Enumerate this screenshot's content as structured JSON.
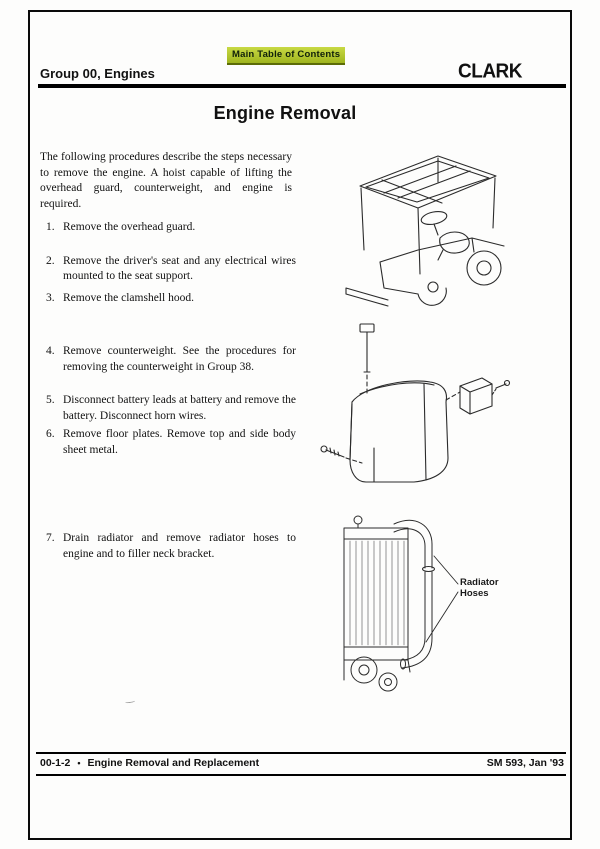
{
  "colors": {
    "highlight_green": "#b6c832",
    "ink": "#111111"
  },
  "toc_link": {
    "label": "Main Table of Contents"
  },
  "header": {
    "group_title": "Group 00, Engines",
    "brand": "CLARK"
  },
  "title": "Engine Removal",
  "intro": "The following procedures describe the steps necessary to remove the engine.  A hoist capable of lifting the overhead guard, counterweight, and engine is required.",
  "steps": [
    {
      "num": "1.",
      "text": "Remove the overhead guard."
    },
    {
      "num": "2.",
      "text": "Remove the driver's seat and any electrical wires mounted to the seat support."
    },
    {
      "num": "3.",
      "text": "Remove the clamshell hood."
    },
    {
      "num": "4.",
      "text": "Remove counterweight.  See the procedures for removing the counterweight in Group 38."
    },
    {
      "num": "5.",
      "text": "Disconnect battery leads at battery and remove the battery.  Disconnect horn wires."
    },
    {
      "num": "6.",
      "text": "Remove floor plates.  Remove top and side body sheet metal."
    },
    {
      "num": "7.",
      "text": "Drain radiator and remove radiator hoses to engine and to filler neck bracket."
    }
  ],
  "figures": {
    "radiator_label": "Radiator Hoses"
  },
  "footer": {
    "page_code": "00-1-2",
    "separator": "•",
    "section": "Engine Removal and Replacement",
    "doc_ref": "SM 593, Jan '93"
  }
}
